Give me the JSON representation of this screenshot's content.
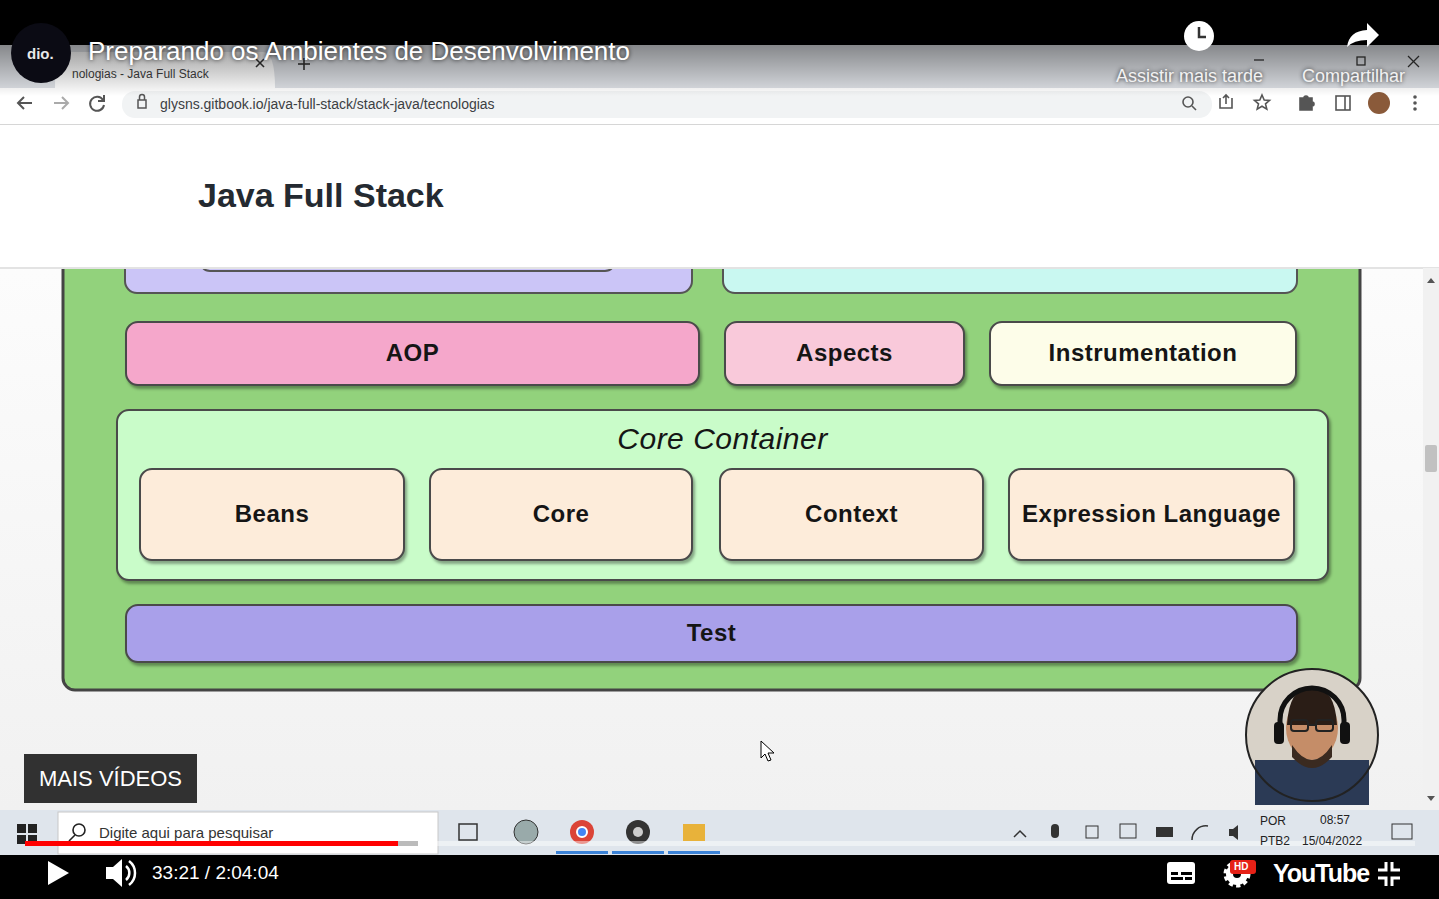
{
  "diagram": {
    "nodes": [
      {
        "text": [
          "AOP"
        ]
      },
      {
        "text": [
          "Aspects"
        ]
      },
      {
        "text": [
          "Instrumentation"
        ]
      },
      {
        "text": [
          "Core Container"
        ]
      },
      {
        "text": [
          "Beans"
        ],
        "in": 3
      },
      {
        "text": [
          "Core"
        ],
        "in": 3
      },
      {
        "text": [
          "Context"
        ],
        "in": 3
      },
      {
        "text": [
          "Expression Language"
        ],
        "in": 3
      },
      {
        "text": [
          "Test"
        ]
      }
    ],
    "labels": [
      "dio.",
      "Preparando os Ambientes de Desenvolvimento",
      "Assistir mais tarde",
      "Compartilhar",
      "nologias - Java Full Stack",
      "glysns.gitbook.io/java-full-stack/stack-java/tecnologias",
      "Java Full Stack",
      "MAIS VÍDEOS",
      "Digite aqui para pesquisar",
      "POR",
      "PTB2",
      "08:57",
      "15/04/2022",
      "33:21 / 2:04:04",
      "HD",
      "YouTube"
    ]
  }
}
